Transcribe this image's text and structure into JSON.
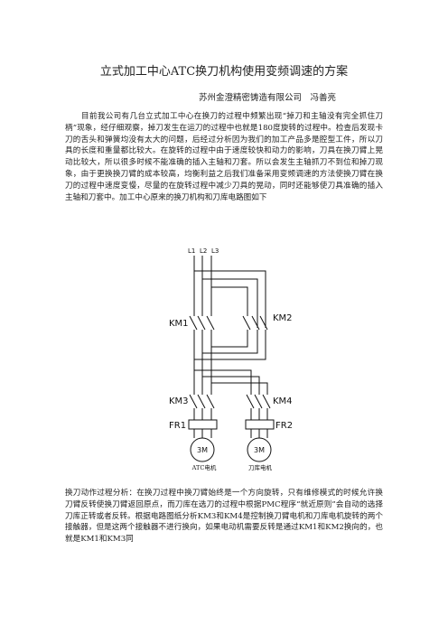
{
  "title": "立式加工中心ATC换刀机构使用变频调速的方案",
  "byline": "苏州金澄精密铸造有限公司　冯善亮",
  "intro": "目前我公司有几台立式加工中心在换刀的过程中频繁出现“掉刀和主轴没有完全抓住刀柄”现象，经仔细观察，掉刀发生在运刀的过程中也就是180度旋转的过程中。检查后发现卡刀的舌头和弹簧均没有太大的问题，后经过分析因为我们的加工产品多是腔型工件，所以刀具的长度和重量都比较大。在旋转的过程中由于速度较快和动力的影响，刀具在换刀臂上晃动比较大，所以很多时候不能准确的插入主轴和刀套。所以会发生主轴抓刀不到位和掉刀现象，由于更换换刀臂的成本较高，均衡利益之后我们准备采用变频调速的方法使换刀臂在换刀的过程中速度变慢，尽量的在旋转过程中减少刀具的晃动，同时还能够使刀具准确的插入主轴和刀套中。加工中心原来的换刀机构和刀库电路图如下",
  "diagram": {
    "lines": [
      "L1",
      "L2",
      "L3"
    ],
    "km1": "KM1",
    "km2": "KM2",
    "km3": "KM3",
    "km4": "KM4",
    "fr1": "FR1",
    "fr2": "FR2",
    "motor1": "3M",
    "motor2": "3M",
    "caption1": "ATC电机",
    "caption2": "刀库电机"
  },
  "analysis": "换刀动作过程分析：在换刀过程中换刀臂始终是一个方向旋转，只有维修模式的时候允许换刀臂反转使换刀臂返回原点，而刀库在选刀的过程中根据PMC程序“就近原则”会自动的选择刀库正转或者反转。根据电路图纸分析KM3和KM4是控制换刀臂电机和刀库电机旋转的两个接触器，但是这两个接触器不进行换向，如果电动机需要反转是通过KM1和KM2换向的，也就是KM1和KM3同"
}
